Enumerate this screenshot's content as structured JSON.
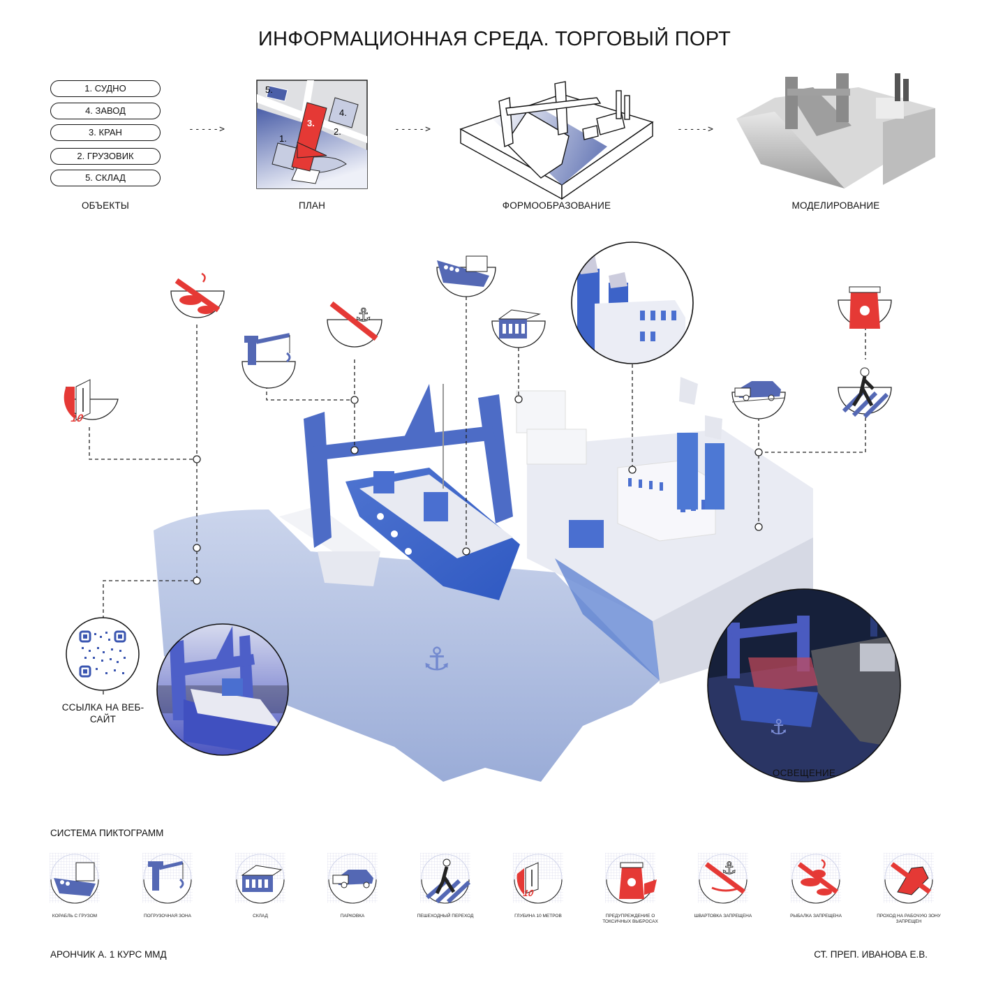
{
  "title": "ИНФОРМАЦИОННАЯ СРЕДА. ТОРГОВЫЙ ПОРТ",
  "process": {
    "objects": [
      "1. СУДНО",
      "4. ЗАВОД",
      "3. КРАН",
      "2. ГРУЗОВИК",
      "5. СКЛАД"
    ],
    "steps": [
      "ОБЪЕКТЫ",
      "ПЛАН",
      "ФОРМООБРАЗОВАНИЕ",
      "МОДЕЛИРОВАНИЕ"
    ],
    "plan_labels": [
      "5.",
      "4.",
      "3.",
      "2.",
      "1."
    ],
    "arrow": "----->"
  },
  "main": {
    "qr_caption": "ССЫЛКА НА ВЕБ-САЙТ",
    "lighting_caption": "ОСВЕЩЕНИЕ",
    "depth_number": "10"
  },
  "pictograms": {
    "title": "СИСТЕМА ПИКТОГРАММ",
    "items": [
      {
        "label": "КОРАБЛЬ С ГРУЗОМ",
        "icon": "cargo-ship-icon"
      },
      {
        "label": "ПОГРУЗОЧНАЯ ЗОНА",
        "icon": "crane-icon"
      },
      {
        "label": "СКЛАД",
        "icon": "warehouse-icon"
      },
      {
        "label": "ПАРКОВКА",
        "icon": "parking-icon"
      },
      {
        "label": "ПЕШЕХОДНЫЙ ПЕРЕХОД",
        "icon": "pedestrian-crossing-icon"
      },
      {
        "label": "ГЛУБИНА 10 МЕТРОВ",
        "icon": "depth-icon"
      },
      {
        "label": "ПРЕДУПРЕЖДЕНИЕ О ТОКСИЧНЫХ ВЫБРОСАХ",
        "icon": "toxic-warning-icon"
      },
      {
        "label": "ШВАРТОВКА ЗАПРЕЩЕНА",
        "icon": "no-mooring-icon"
      },
      {
        "label": "РЫБАЛКА ЗАПРЕЩЕНА",
        "icon": "no-fishing-icon"
      },
      {
        "label": "ПРОХОД НА РАБОЧУЮ ЗОНУ ЗАПРЕЩЕН",
        "icon": "no-entry-icon"
      }
    ]
  },
  "footer": {
    "author": "АРОНЧИК А. 1 КУРС ММД",
    "teacher": "СТ. ПРЕП. ИВАНОВА Е.В."
  },
  "colors": {
    "blue": "#5468b4",
    "red": "#e53935",
    "water": "#a9b8dc",
    "ground": "#e6e8f0"
  }
}
